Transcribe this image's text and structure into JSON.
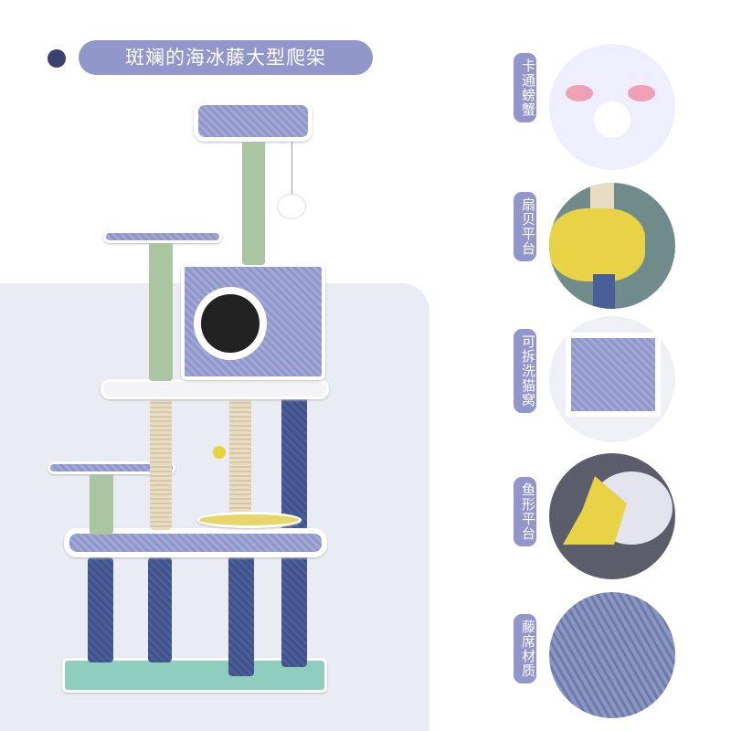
{
  "title": "斑斓的海冰藤大型爬架",
  "features": [
    {
      "label": "卡通螃蟹",
      "icon": "crab-toy-photo"
    },
    {
      "label": "扇贝平台",
      "icon": "scallop-platform-photo"
    },
    {
      "label": "可拆洗猫窝",
      "icon": "washable-cat-house-photo"
    },
    {
      "label": "鱼形平台",
      "icon": "fish-platform-photo"
    },
    {
      "label": "藤席材质",
      "icon": "rattan-mat-photo"
    }
  ],
  "colors": {
    "accent": "#9196cb",
    "dot": "#3d3f73",
    "panel": "#e9ecf3"
  }
}
